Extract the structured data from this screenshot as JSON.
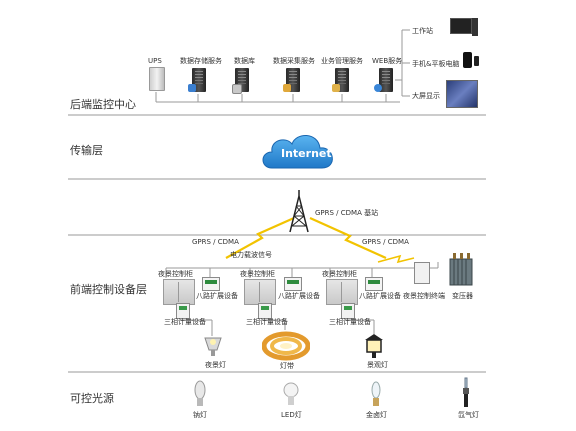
{
  "layers": {
    "backend": "后端监控中心",
    "transport": "传输层",
    "frontend": "前端控制设备层",
    "lights": "可控光源"
  },
  "backend_nodes": {
    "ups": "UPS",
    "storage": "数据存储服务",
    "database": "数据库",
    "collection": "数据采集服务",
    "business": "业务管理服务",
    "web": "WEB服务"
  },
  "clients": {
    "workstation": "工作站",
    "mobile": "手机&平板电脑",
    "screen": "大屏显示"
  },
  "transport": {
    "cloud": "Internet",
    "base_station": "GPRS / CDMA 基站"
  },
  "links": {
    "left": "GPRS / CDMA",
    "right": "GPRS / CDMA",
    "plc": "电力载波信号"
  },
  "frontend_nodes": {
    "cabinet": "夜景控制柜",
    "extension": "八路扩展设备",
    "meter": "三相计量设备",
    "terminal": "夜景控制终端",
    "transformer": "变压器"
  },
  "fixtures": {
    "spot": "夜景灯",
    "strip": "灯带",
    "garden": "景观灯"
  },
  "sources": {
    "sodium": "钠灯",
    "led": "LED灯",
    "halide": "金卤灯",
    "xenon": "氙气灯"
  },
  "colors": {
    "cloud": "#2f8fd8",
    "signal": "#f2c300",
    "separator": "#9a9a9a"
  }
}
